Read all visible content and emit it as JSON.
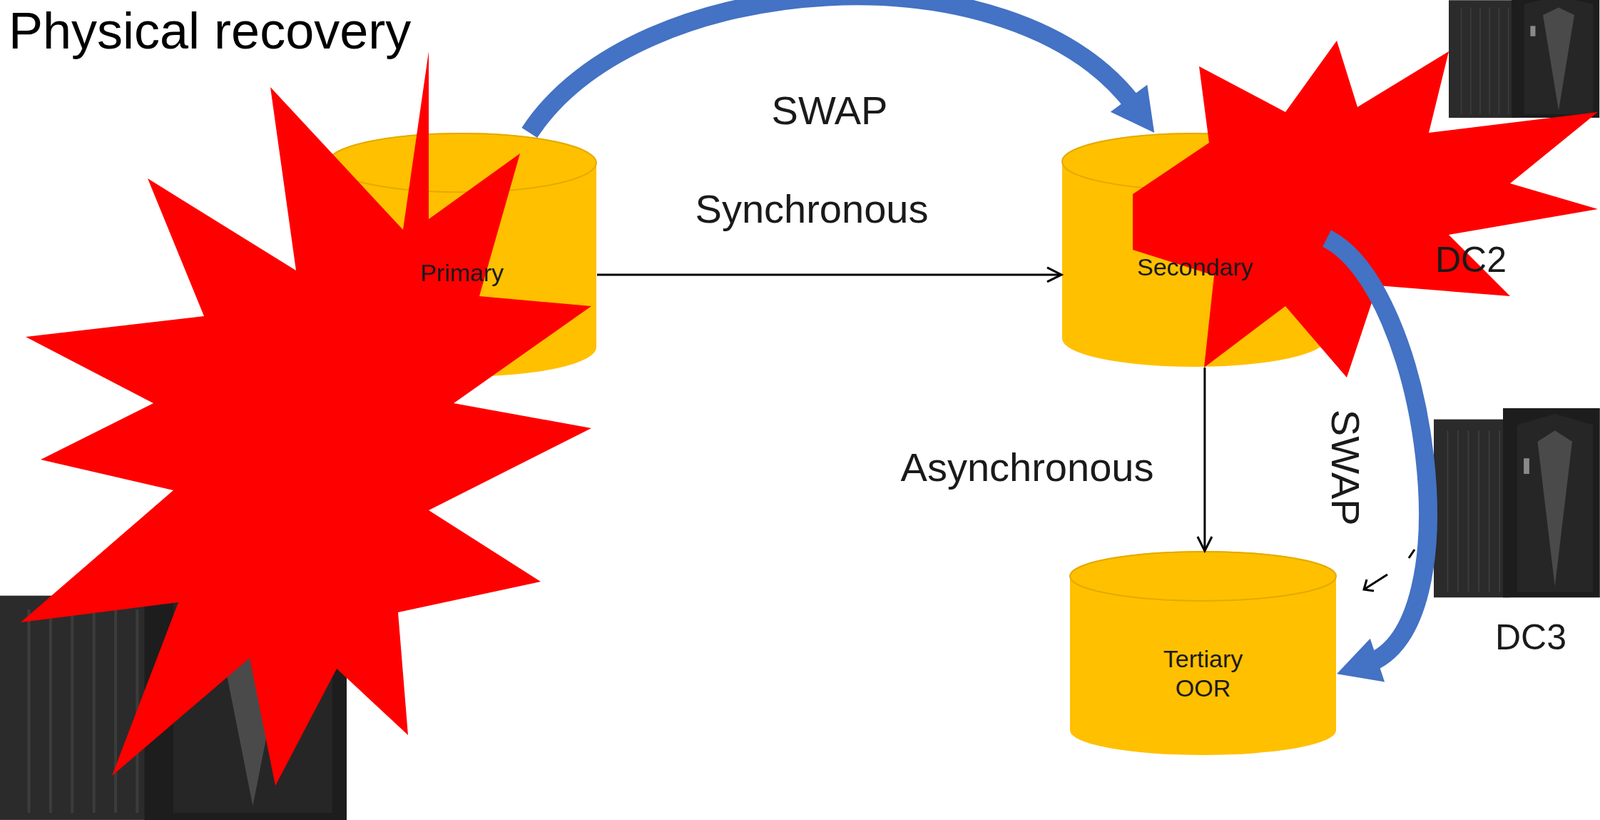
{
  "diagram": {
    "title": "Physical recovery",
    "nodes": [
      {
        "text": [
          "Primary"
        ]
      },
      {
        "text": [
          "Secondary"
        ]
      },
      {
        "text": [
          "Tertiary OOR"
        ]
      }
    ],
    "edges": [
      {
        "from": 0,
        "to": 1,
        "label": "Synchronous",
        "arrow": "to"
      },
      {
        "from": 1,
        "to": 2,
        "label": "Asynchronous",
        "arrow": "to"
      },
      {
        "from": 0,
        "to": 1,
        "label": "SWAP",
        "arrow": "to"
      },
      {
        "from": 1,
        "to": 2,
        "label": "SWAP",
        "arrow": "to"
      }
    ],
    "labels": [
      "DC2",
      "DC3"
    ]
  }
}
